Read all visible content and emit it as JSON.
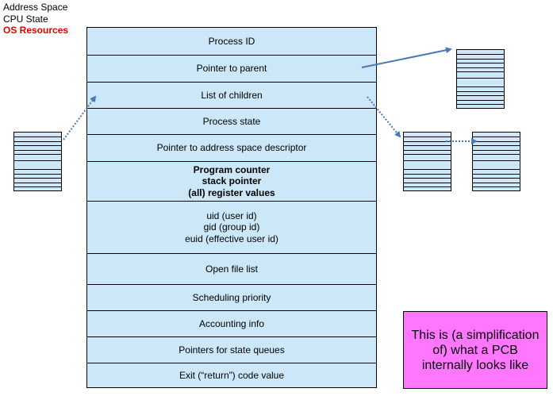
{
  "legend": {
    "line1": "Address Space",
    "line2": "CPU State",
    "line3": "OS Resources"
  },
  "pcb_fields": [
    {
      "lines": [
        "Process ID"
      ]
    },
    {
      "lines": [
        "Pointer to parent"
      ]
    },
    {
      "lines": [
        "List of children"
      ]
    },
    {
      "lines": [
        "Process state"
      ]
    },
    {
      "lines": [
        "Pointer to address space descriptor"
      ]
    },
    {
      "lines": [
        "Program counter",
        "stack pointer",
        "(all) register values"
      ],
      "bold": true
    },
    {
      "lines": [
        "uid (user id)",
        "gid (group id)",
        "euid (effective user id)"
      ]
    },
    {
      "lines": [
        "Open file list"
      ]
    },
    {
      "lines": [
        "Scheduling priority"
      ]
    },
    {
      "lines": [
        "Accounting info"
      ]
    },
    {
      "lines": [
        "Pointers for state queues"
      ]
    },
    {
      "lines": [
        "Exit (“return”) code value"
      ]
    }
  ],
  "note": "This is (a simplification of) what a PCB internally looks like",
  "colors": {
    "pcb_fill": "#cce8f8",
    "note_fill": "#ff77ff",
    "arrow": "#4a78b8",
    "highlight_text": "#e00000"
  }
}
